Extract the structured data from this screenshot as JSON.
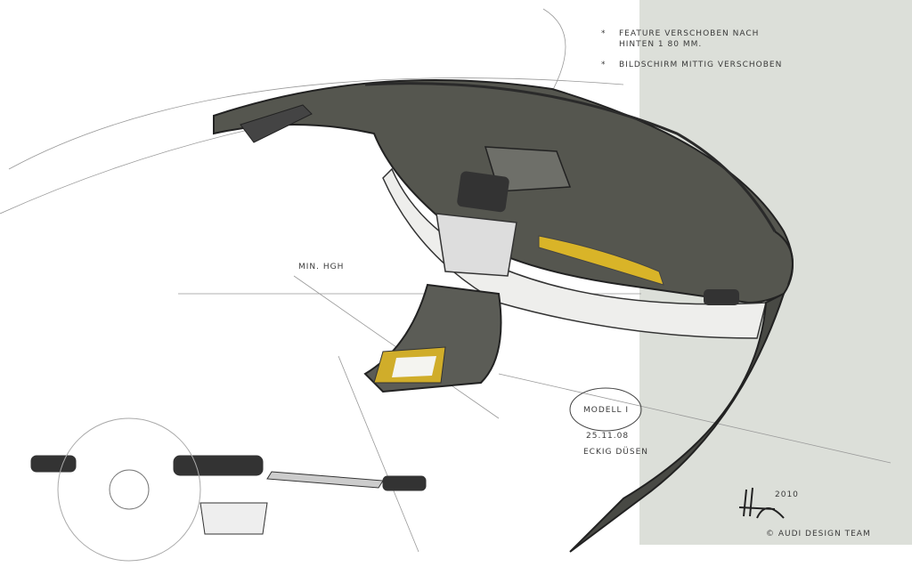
{
  "notes": {
    "note1_line1": "FEATURE VERSCHOBEN NACH",
    "note1_line2": "HINTEN 1 80 MM.",
    "note2": "BILDSCHIRM MITTIG VERSCHOBEN",
    "min_height": "MIN. HGH",
    "model": "MODELL I",
    "date": "25.11.08",
    "vents": "ECKIG DÜSEN"
  },
  "signature": {
    "year": "2010",
    "credit": "© AUDI DESIGN TEAM"
  },
  "colors": {
    "panel": "#dcdfd9",
    "dash_dark": "#4a4b48",
    "accent_yellow": "#d9b428",
    "line": "#333333"
  }
}
